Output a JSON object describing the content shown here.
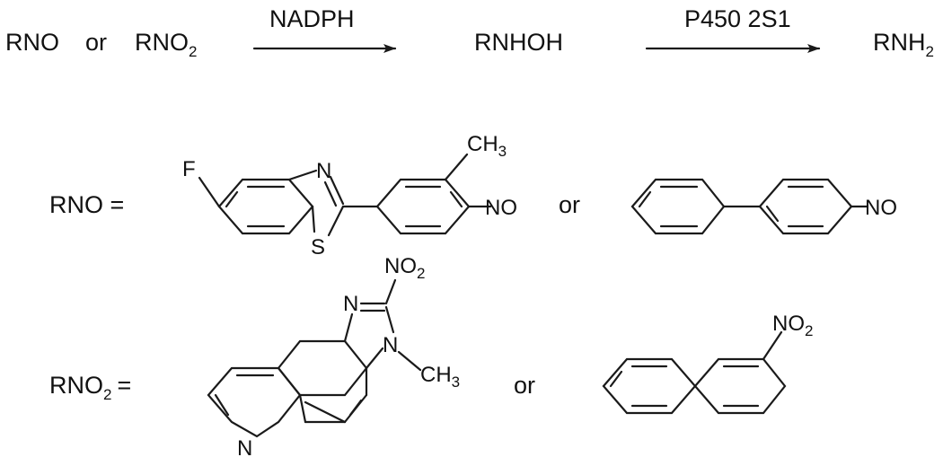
{
  "reaction": {
    "reactant_a": "RNO",
    "or_1": "or",
    "reactant_b_main": "RNO",
    "reactant_b_sub": "2",
    "reagent_1": "NADPH",
    "intermediate": "RNHOH",
    "reagent_2": "P450 2S1",
    "product_main": "RNH",
    "product_sub": "2"
  },
  "rno_row": {
    "label": "RNO =",
    "or": "or",
    "mol1": {
      "fluoro": "F",
      "ring_n": "N",
      "ring_s": "S",
      "methyl": "CH",
      "methyl_sub": "3",
      "nitroso": "NO"
    },
    "mol2": {
      "nitroso": "NO"
    }
  },
  "rno2_row": {
    "label_main": "RNO",
    "label_sub": "2",
    "label_eq": "=",
    "or": "or",
    "mol3": {
      "nitro": "NO",
      "nitro_sub": "2",
      "ring_n_top": "N",
      "ring_n_right": "N",
      "methyl": "CH",
      "methyl_sub": "3",
      "quinoline_n": "N"
    },
    "mol4": {
      "nitro": "NO",
      "nitro_sub": "2"
    }
  }
}
